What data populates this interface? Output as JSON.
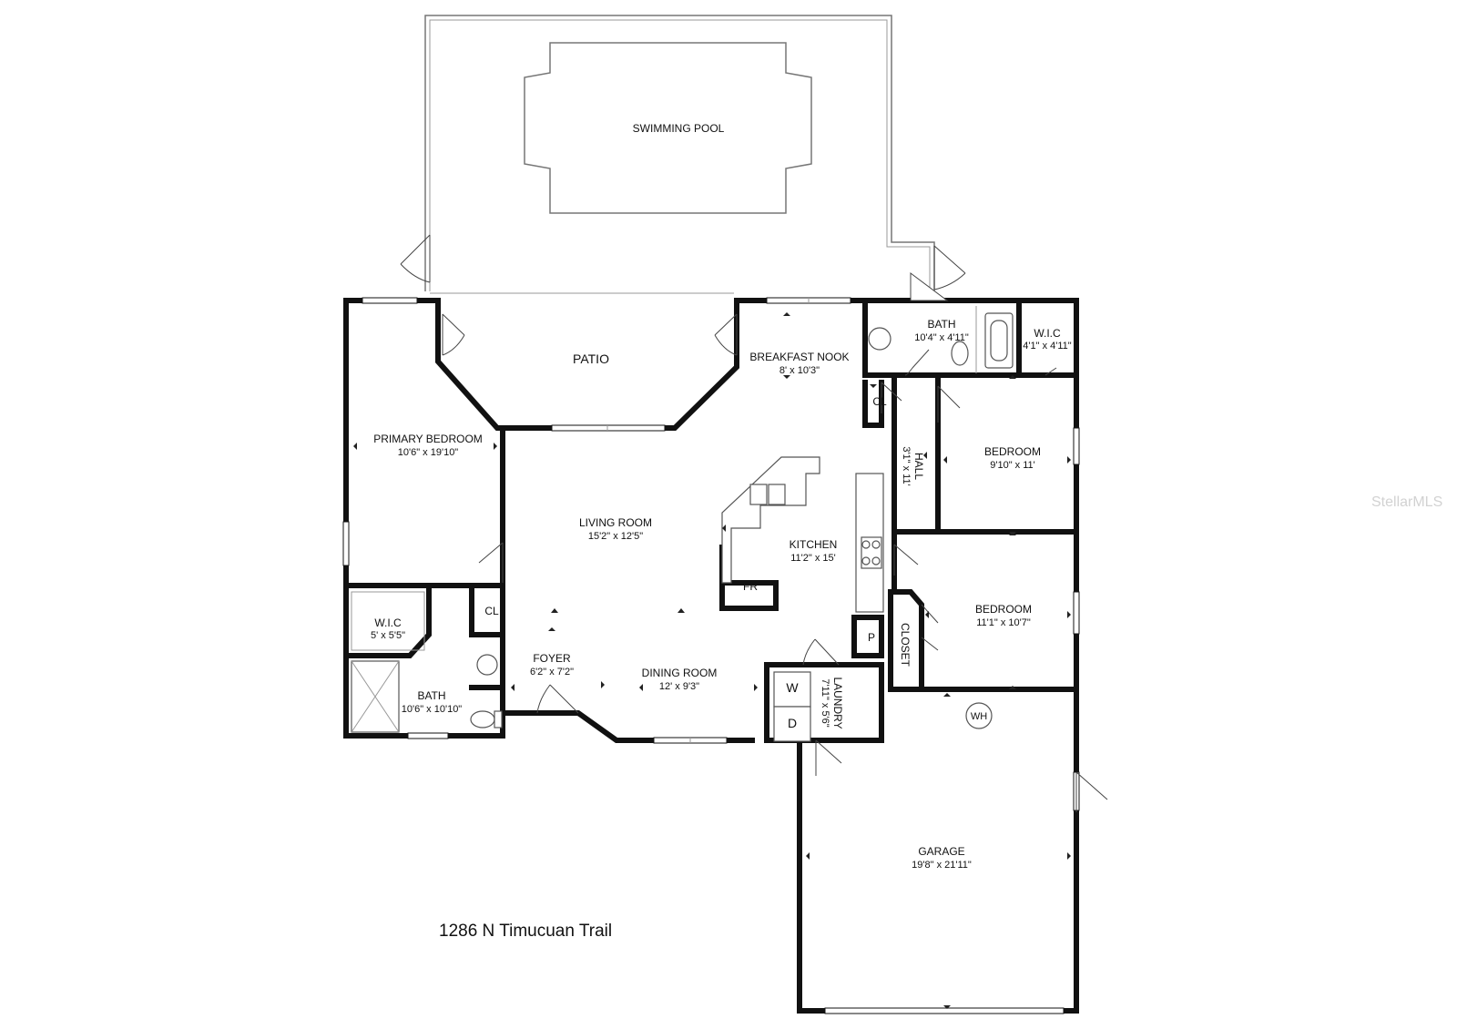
{
  "plan": {
    "address": "1286 N Timucuan Trail",
    "watermark": "StellarMLS",
    "rooms": [
      {
        "id": "pool",
        "name": "SWIMMING POOL",
        "dims": ""
      },
      {
        "id": "patio",
        "name": "PATIO",
        "dims": ""
      },
      {
        "id": "breakfast",
        "name": "BREAKFAST NOOK",
        "dims": "8' x 10'3\""
      },
      {
        "id": "bath-top",
        "name": "BATH",
        "dims": "10'4\" x 4'11\""
      },
      {
        "id": "wic-top",
        "name": "W.I.C",
        "dims": "4'1\" x 4'11\""
      },
      {
        "id": "primary",
        "name": "PRIMARY BEDROOM",
        "dims": "10'6\" x 19'10\""
      },
      {
        "id": "living",
        "name": "LIVING ROOM",
        "dims": "15'2\" x 12'5\""
      },
      {
        "id": "kitchen",
        "name": "KITCHEN",
        "dims": "11'2\" x 15'"
      },
      {
        "id": "bedroom1",
        "name": "BEDROOM",
        "dims": "9'10\" x 11'"
      },
      {
        "id": "bedroom2",
        "name": "BEDROOM",
        "dims": "11'1\" x 10'7\""
      },
      {
        "id": "wic-primary",
        "name": "W.I.C",
        "dims": "5' x 5'5\""
      },
      {
        "id": "foyer",
        "name": "FOYER",
        "dims": "6'2\" x 7'2\""
      },
      {
        "id": "dining",
        "name": "DINING ROOM",
        "dims": "12' x 9'3\""
      },
      {
        "id": "bath-primary",
        "name": "BATH",
        "dims": "10'6\" x 10'10\""
      },
      {
        "id": "garage",
        "name": "GARAGE",
        "dims": "19'8\" x 21'11\""
      }
    ],
    "hall": {
      "name": "HALL",
      "dims": "3'1\" x 11'"
    },
    "laundry": {
      "name": "LAUNDRY",
      "dims": "7'11\" x 5'6\""
    },
    "closet": "CLOSET",
    "markers": {
      "cl_top": "CL",
      "cl_primary": "CL",
      "fr": "FR",
      "pantry": "P",
      "washer": "W",
      "dryer": "D",
      "water_heater": "WH"
    }
  }
}
